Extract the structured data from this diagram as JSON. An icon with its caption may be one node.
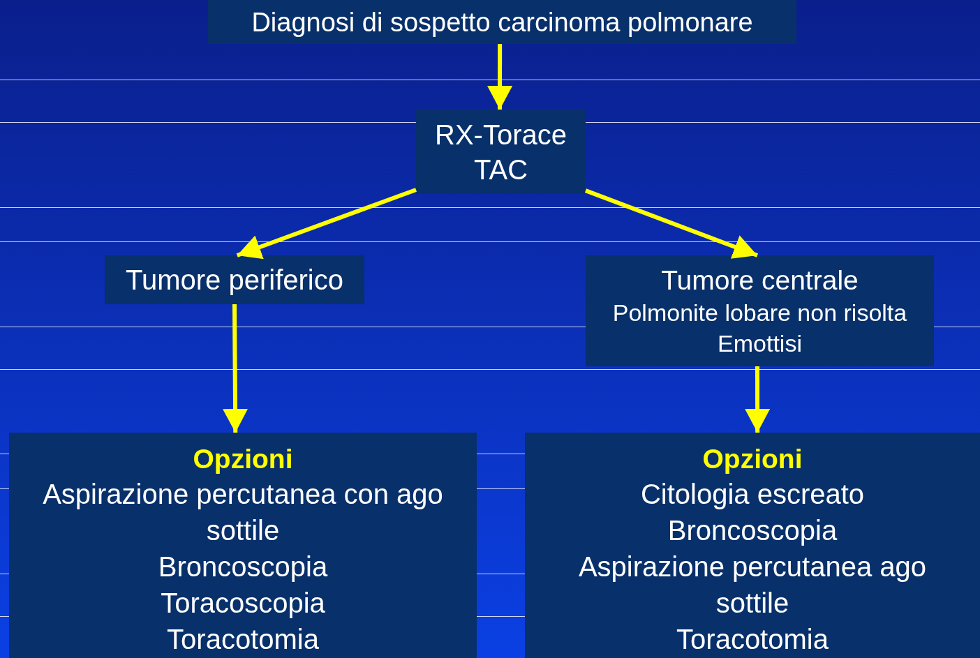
{
  "diagram": {
    "nodes": [
      {
        "text": [
          "Diagnosi di sospetto carcinoma polmonare"
        ]
      },
      {
        "text": [
          "RX-Torace TAC"
        ]
      },
      {
        "text": [
          "Tumore periferico"
        ]
      },
      {
        "text": [
          "Tumore centrale",
          "Polmonite lobare non risolta",
          "Emottisi"
        ]
      },
      {
        "text": [
          "Opzioni",
          "Aspirazione percutanea con ago sottile",
          "Broncoscopia",
          "Toracoscopia",
          "Toracotomia"
        ]
      },
      {
        "text": [
          "Opzioni",
          "Citologia escreato",
          "Broncoscopia",
          "Aspirazione percutanea ago sottile",
          "Toracotomia"
        ]
      }
    ],
    "edges": [
      {
        "from": 0,
        "to": 1,
        "arrow": "to"
      },
      {
        "from": 1,
        "to": 2,
        "arrow": "to"
      },
      {
        "from": 1,
        "to": 3,
        "arrow": "to"
      },
      {
        "from": 2,
        "to": 4,
        "arrow": "to"
      },
      {
        "from": 3,
        "to": 5,
        "arrow": "to"
      }
    ]
  }
}
